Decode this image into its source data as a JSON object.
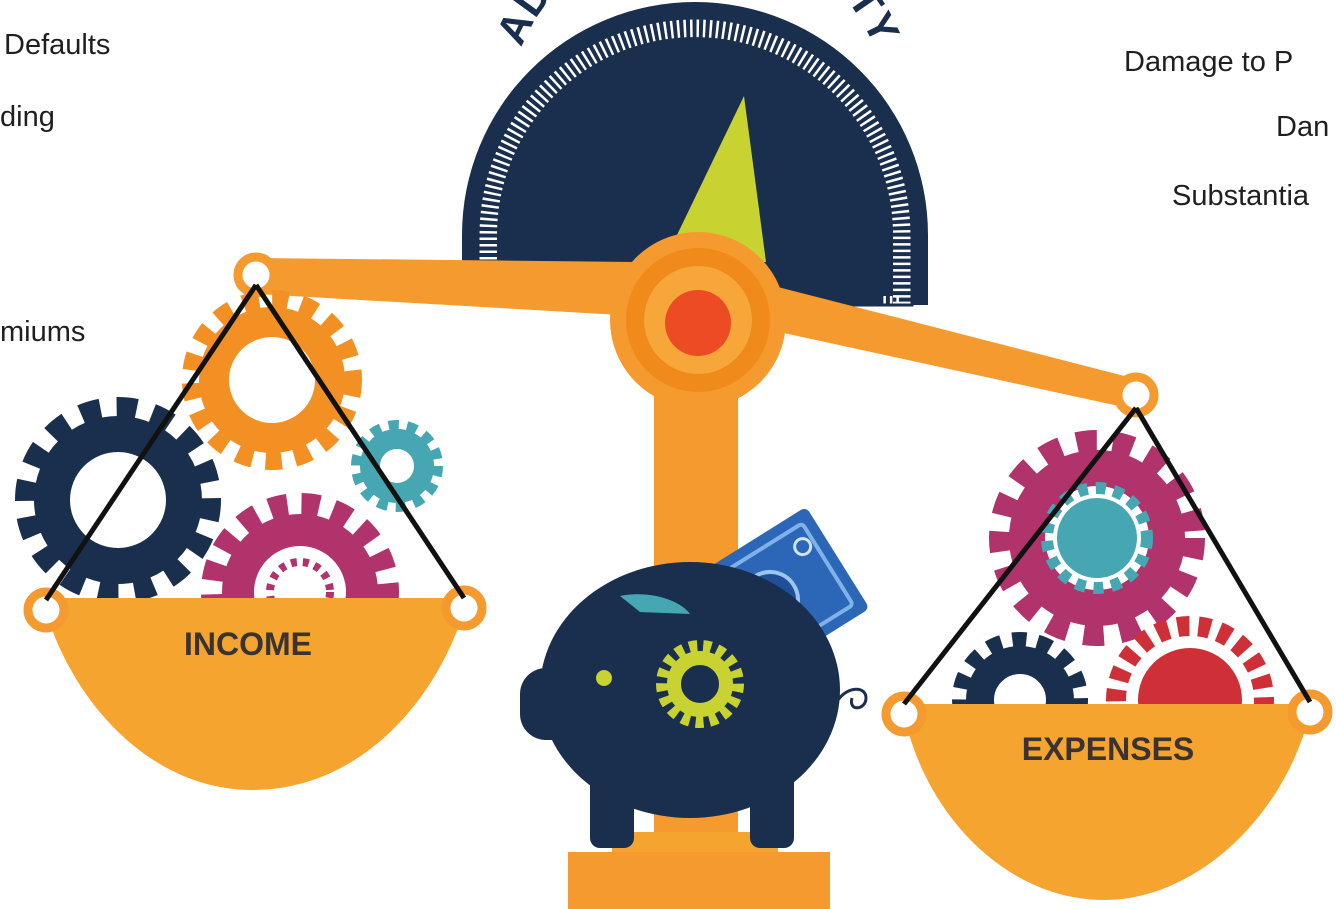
{
  "left_list": {
    "item_1": "Defaults",
    "item_2": "ding",
    "item_3": "miums"
  },
  "right_list": {
    "item_1": "Damage to P",
    "item_2": "Dan",
    "item_3": "Substantia"
  },
  "gauge": {
    "label": "ADAPTIVE CAPACITY"
  },
  "left_pan": {
    "label": "INCOME"
  },
  "right_pan": {
    "label": "EXPENSES"
  },
  "colors": {
    "orange": "#f59a2e",
    "dark_orange": "#ef8a1b",
    "pan_orange": "#f5a430",
    "navy": "#1a2f4e",
    "magenta": "#b0336c",
    "teal": "#46a7b3",
    "red_gear": "#cf2f37",
    "lime": "#c8d230",
    "dollar_blue": "#2b66b7"
  },
  "icons": [
    "scale-icon",
    "gauge-icon",
    "gear-icon",
    "piggy-bank-icon",
    "dollar-bill-icon"
  ]
}
